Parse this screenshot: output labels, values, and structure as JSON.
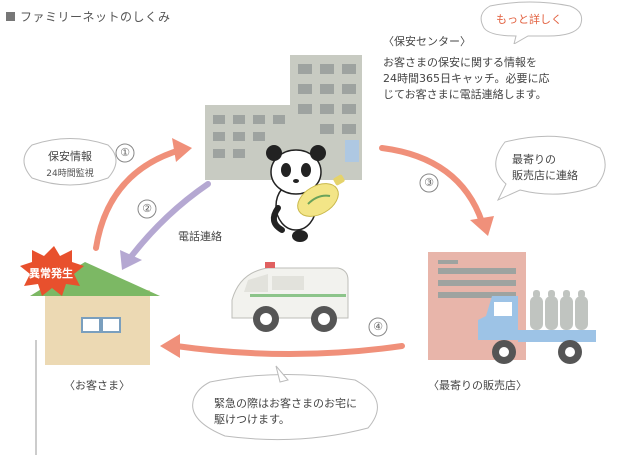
{
  "title": "ファミリーネットのしくみ",
  "more_button": "もっと詳しく",
  "center": {
    "heading": "〈保安センター〉",
    "desc": [
      "お客さまの保安に関する情報を",
      "24時間365日キャッチ。必要に応",
      "じてお客さまに電話連絡します。"
    ]
  },
  "step1": {
    "num": "①",
    "main": "保安情報",
    "sub": "24時間監視"
  },
  "step2": {
    "num": "②",
    "label": "電話連絡"
  },
  "step3": {
    "num": "③",
    "lines": [
      "最寄りの",
      "販売店に連絡"
    ]
  },
  "step4": {
    "num": "④",
    "lines": [
      "緊急の際はお客さまのお宅に",
      "駆けつけます。"
    ]
  },
  "alert": "異常発生",
  "customer_label": "〈お客さま〉",
  "shop_label": "〈最寄りの販売店〉",
  "colors": {
    "arrow_red": "#f0907a",
    "arrow_purple": "#b5a8d2",
    "alert_red": "#e8502d",
    "building": "#c8cbc2",
    "window": "#9ea3a0",
    "house_roof": "#7cb864",
    "house_wall": "#ecd9b3",
    "shop": "#e8b5aa",
    "truck": "#9dc3e6",
    "accent": "#e2603f"
  }
}
